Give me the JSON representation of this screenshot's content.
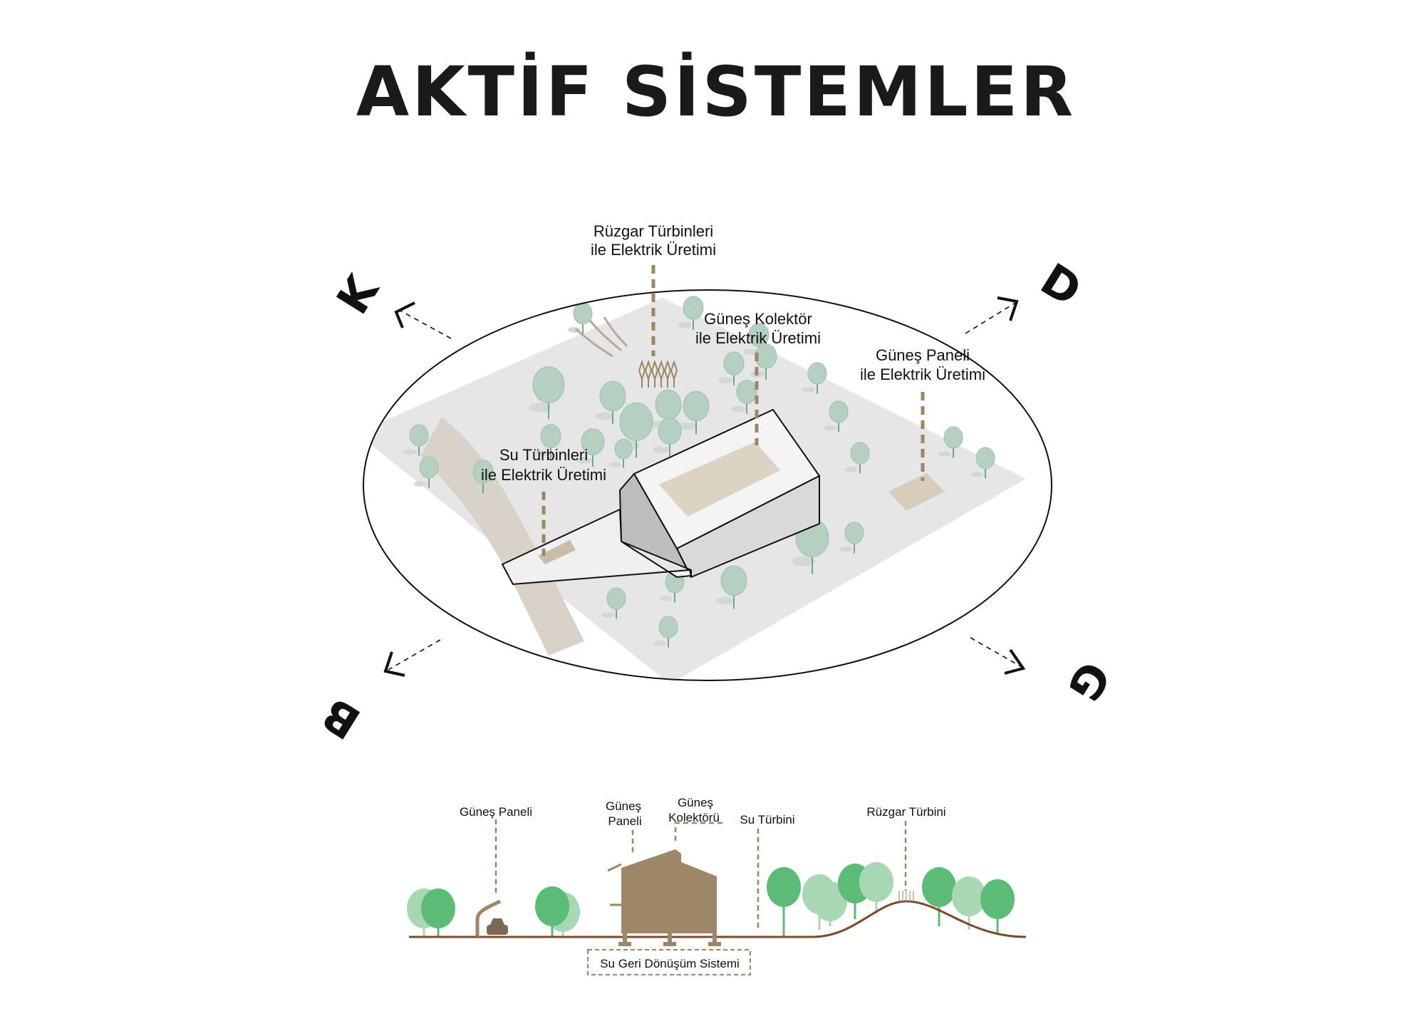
{
  "title": "AKTİF SİSTEMLER",
  "compass": {
    "north": "K",
    "east": "D",
    "west": "B",
    "south": "G"
  },
  "axonometric_labels": {
    "wind": [
      "Rüzgar Türbinleri",
      "ile Elektrik Üretimi"
    ],
    "solar_collector": [
      "Güneş Kolektör",
      "ile Elektrik Üretimi"
    ],
    "solar_panel": [
      "Güneş Paneli",
      "ile Elektrik Üretimi"
    ],
    "water_turbine": [
      "Su Türbinleri",
      "ile Elektrik Üretimi"
    ]
  },
  "section_labels": {
    "carport_panel": "Güneş Paneli",
    "roof_panel": [
      "Güneş",
      "Paneli"
    ],
    "collector": [
      "Güneş",
      "Kolektörü"
    ],
    "water_turbine": "Su Türbini",
    "wind_turbine": "Rüzgar Türbini",
    "water_recycling": "Su Geri Dönüşüm Sistemi"
  },
  "colors": {
    "leader": "#9c8666",
    "building": "#9c8868",
    "tree": "#5dbb78",
    "tree_light": "#a8d8b3",
    "tree_axo": "#b5cfc0",
    "ground": "#7a4a32"
  }
}
